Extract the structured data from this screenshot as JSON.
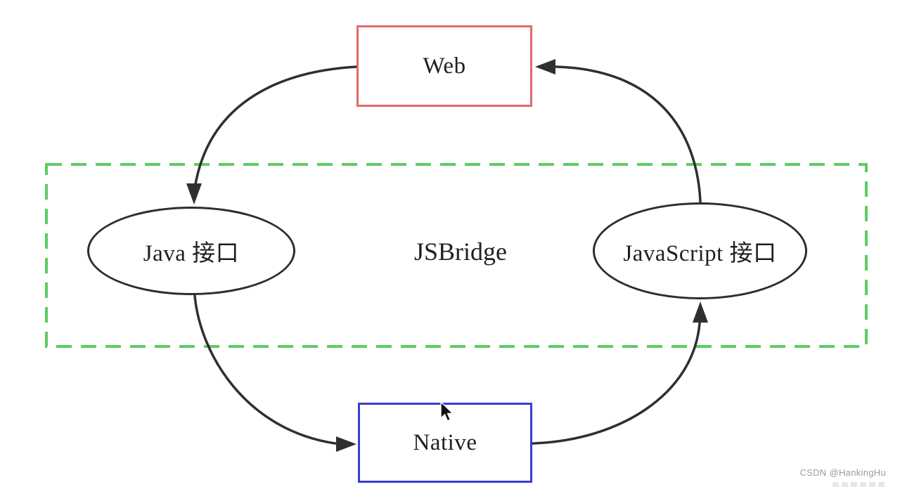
{
  "colors": {
    "web_border": "#dd6b6b",
    "native_border": "#3b3bd4",
    "ellipse_border": "#2d2d2d",
    "container_border": "#5ecc62",
    "arrow": "#2f2f2f",
    "text": "#1f1f1f",
    "watermark": "#9b9b9b",
    "background": "#ffffff"
  },
  "diagram": {
    "web_label": "Web",
    "native_label": "Native",
    "java_api_label": "Java 接口",
    "js_api_label": "JavaScript 接口",
    "bridge_label": "JSBridge",
    "flow": [
      "Web -> Java 接口",
      "Java 接口 -> Native",
      "Native -> JavaScript 接口",
      "JavaScript 接口 -> Web"
    ]
  },
  "watermark": {
    "text": "CSDN @HankingHu"
  }
}
